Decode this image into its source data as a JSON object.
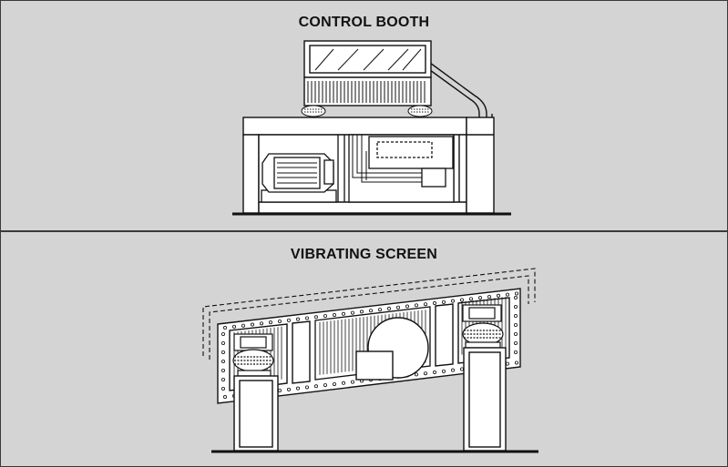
{
  "panels": [
    {
      "title": "CONTROL BOOTH",
      "illustration": "control-booth"
    },
    {
      "title": "VIBRATING SCREEN",
      "illustration": "vibrating-screen"
    }
  ],
  "colors": {
    "background": "#d4d4d4",
    "line": "#111111",
    "fill": "#ffffff",
    "border": "#3a3a3a"
  }
}
